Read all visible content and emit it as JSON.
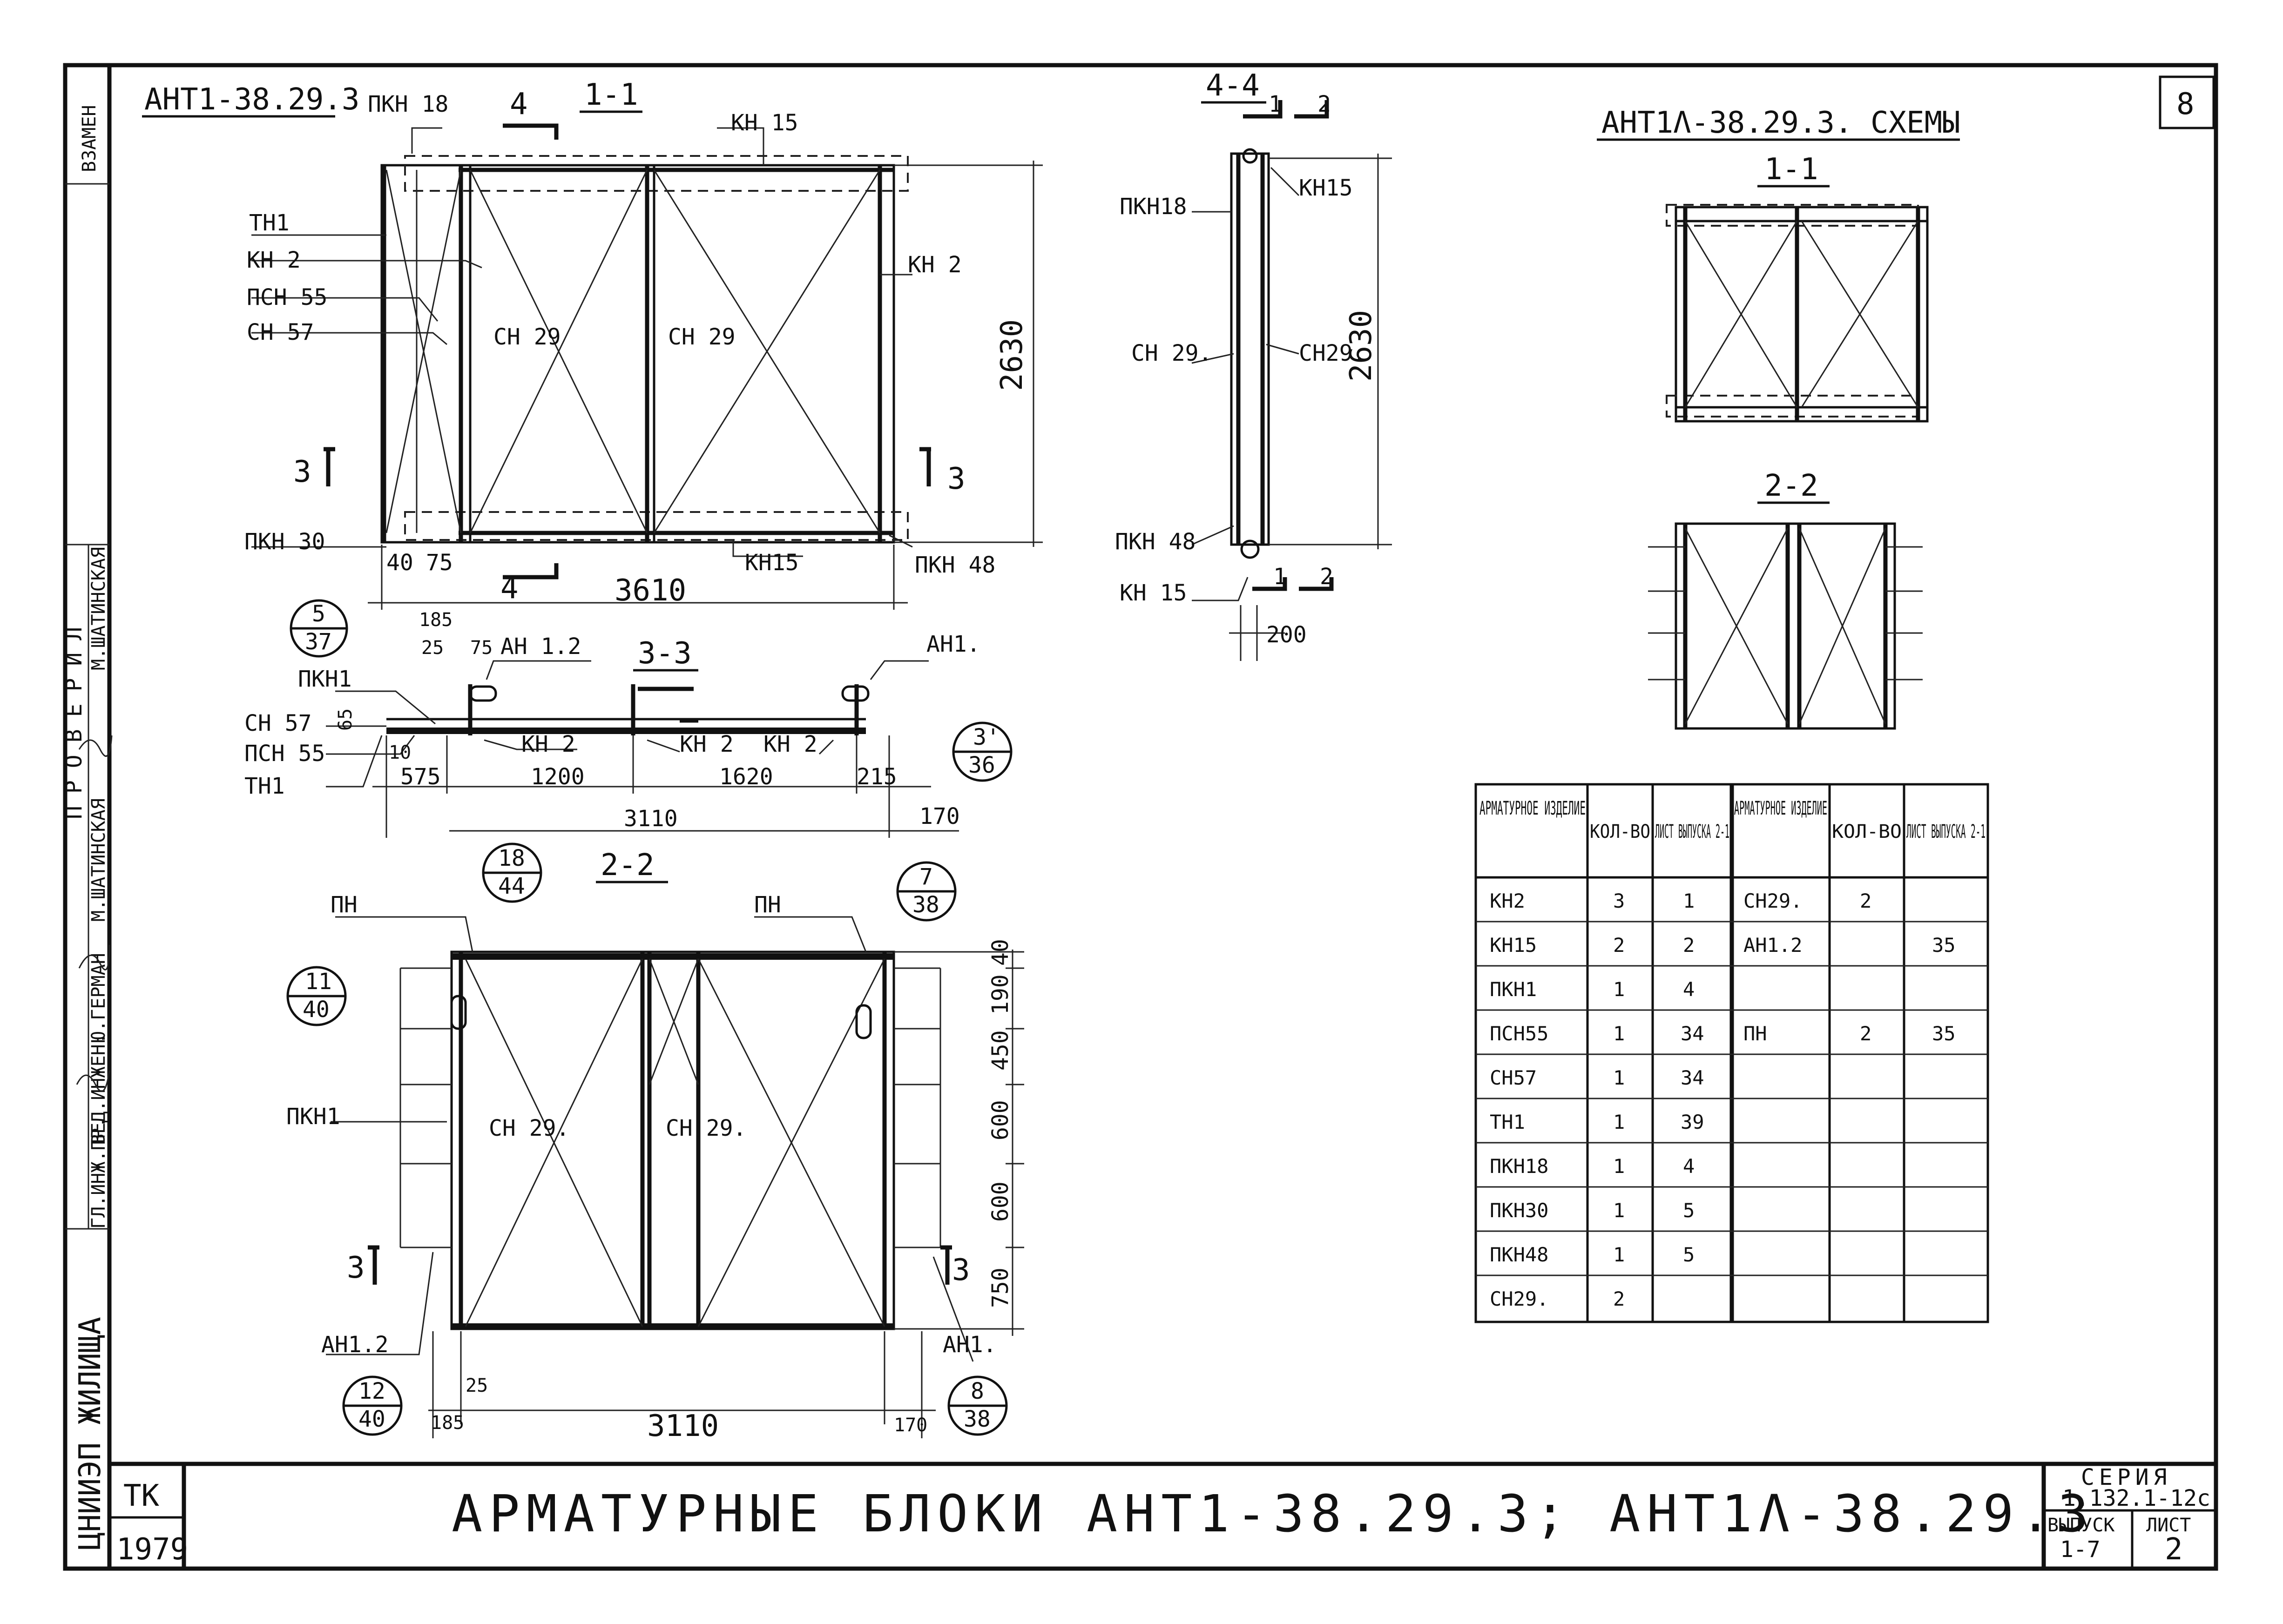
{
  "sheet": {
    "sheet_no": "8",
    "frame_side_top": "ВЗАМЕН",
    "frame_side_mid": "ПРОВЕРИЛ",
    "frame_side_bottom": "ЦНИИЭП ЖИЛИЩА",
    "staff": [
      {
        "role": "ГЛ.ИНЖ.ПР.",
        "name": "Ю.ГЕРМАН"
      },
      {
        "role": "ВЕД.ИНЖЕН.",
        "name": "М.ШАТИНСКАЯ"
      },
      {
        "role": "ВЕД.ИНЖЕН.",
        "name": "М.ШАТИНСКАЯ"
      }
    ]
  },
  "view_main": {
    "title": "АНТ1-38.29.3",
    "section_title": "1-1",
    "cut_mark": "4",
    "labels": {
      "pkn18": "ПКН 18",
      "kn15_top": "КН 15",
      "tn1": "ТН1",
      "kn2_left": "КН 2",
      "pcn55": "ПСН 55",
      "cn57": "СН 57",
      "cn29_a": "СН 29",
      "cn29_b": "СН 29",
      "kn2_right": "КН 2",
      "pkn30": "ПКН 30",
      "kn15_bot": "КН15",
      "pkn48": "ПКН 48",
      "cut3_left": "3",
      "cut3_right": "3",
      "cut4_bot": "4"
    },
    "dims": {
      "d40": "40",
      "d75": "75",
      "d3610": "3610",
      "d2630": "2630"
    }
  },
  "view_44": {
    "title": "4-4",
    "labels": {
      "pkn18": "ПКН18",
      "kn15_top": "КН15",
      "cn29_left": "СН 29.",
      "cn29_right": "СН29.",
      "pkn48": "ПКН 48",
      "kn15_bot": "КН 15",
      "cut1": "1",
      "cut2": "2"
    },
    "dims": {
      "d2630": "2630",
      "d200": "200"
    }
  },
  "view_33": {
    "title": "3-3",
    "callout_left": {
      "top": "5",
      "bottom": "37"
    },
    "callout_right": {
      "top": "3'",
      "bottom": "36"
    },
    "labels": {
      "ah12": "АН 1.2",
      "ah1": "АН1.",
      "pkn1": "ПКН1",
      "cn57": "СН 57",
      "pcn55": "ПСН 55",
      "tn1": "ТН1",
      "kn2_a": "КН 2",
      "kn2_b": "КН 2",
      "kn2_c": "КН 2"
    },
    "dims": {
      "d185": "185",
      "d25": "25",
      "d75": "75",
      "d65": "65",
      "d10": "10",
      "d575": "575",
      "d1200": "1200",
      "d1620": "1620",
      "d215": "215",
      "d3110": "3110",
      "d170": "170"
    }
  },
  "view_22": {
    "title": "2-2",
    "callouts": [
      {
        "top": "18",
        "bottom": "44"
      },
      {
        "top": "7",
        "bottom": "38"
      },
      {
        "top": "11",
        "bottom": "40"
      },
      {
        "top": "12",
        "bottom": "40"
      },
      {
        "top": "8",
        "bottom": "38"
      }
    ],
    "labels": {
      "pn_left": "ПН",
      "pn_right": "ПН",
      "pkn1": "ПКН1",
      "cn29_a": "СН 29.",
      "cn29_b": "СН 29.",
      "ah12": "АН1.2",
      "ah1": "АН1.",
      "cut3_left": "3",
      "cut3_right": "3"
    },
    "dims": {
      "d40": "40",
      "d190": "190",
      "d450": "450",
      "d600a": "600",
      "d600b": "600",
      "d750": "750",
      "d25": "25",
      "d185": "185",
      "d3110": "3110",
      "d170": "170"
    }
  },
  "schemes": {
    "title": "АНТ1Λ-38.29.3. СХЕМЫ",
    "sec11": "1-1",
    "sec22": "2-2"
  },
  "spec_table": {
    "headers": [
      "АРМАТУРНОЕ ИЗДЕЛИЕ",
      "КОЛ-ВО",
      "ЛИСТ ВЫПУСКА 2-1",
      "АРМАТУРНОЕ ИЗДЕЛИЕ",
      "КОЛ-ВО",
      "ЛИСТ ВЫПУСКА 2-1"
    ],
    "rows": [
      [
        "КН2",
        "3",
        "1",
        "СН29.",
        "2",
        ""
      ],
      [
        "КН15",
        "2",
        "2",
        "АН1.2",
        "",
        "35"
      ],
      [
        "ПКН1",
        "1",
        "4",
        "",
        "",
        ""
      ],
      [
        "ПСН55",
        "1",
        "34",
        "ПН",
        "2",
        "35"
      ],
      [
        "СН57",
        "1",
        "34",
        "",
        "",
        ""
      ],
      [
        "ТН1",
        "1",
        "39",
        "",
        "",
        ""
      ],
      [
        "ПКН18",
        "1",
        "4",
        "",
        "",
        ""
      ],
      [
        "ПКН30",
        "1",
        "5",
        "",
        "",
        ""
      ],
      [
        "ПКН48",
        "1",
        "5",
        "",
        "",
        ""
      ],
      [
        "СН29.",
        "2",
        "",
        "",
        "",
        ""
      ]
    ]
  },
  "title_block": {
    "org": "ТК",
    "year": "1979",
    "title": "АРМАТУРНЫЕ БЛОКИ АНТ1-38.29.3; АНТ1Λ-38.29.3",
    "series_label": "СЕРИЯ",
    "series_value": "1.132.1-12с",
    "issue_label": "ВЫПУСК",
    "issue_value": "1-7",
    "sheet_label": "ЛИСТ",
    "sheet_value": "2"
  }
}
